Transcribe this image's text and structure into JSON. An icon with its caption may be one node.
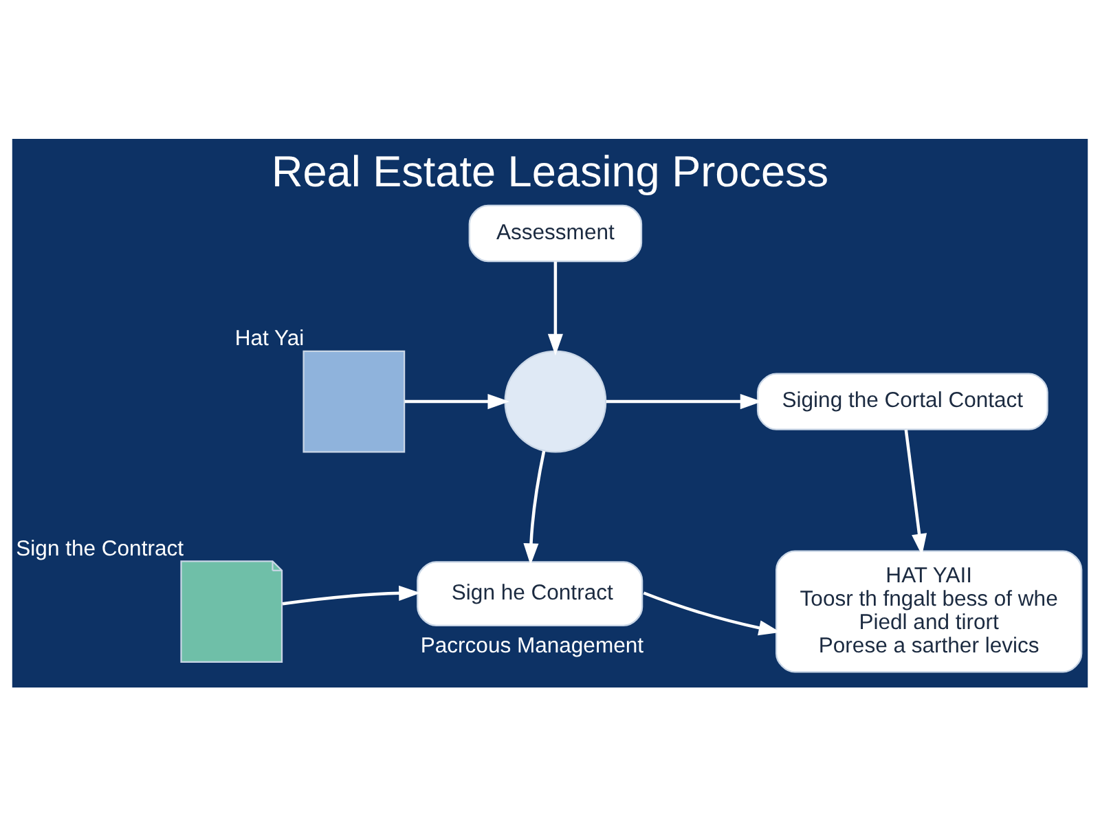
{
  "diagram": {
    "title": "Real Estate Leasing Process",
    "nodes": [
      {
        "text": [
          "Assessment"
        ]
      },
      {
        "text": [],
        "shape": "person",
        "beside": [
          "Hat Yai"
        ]
      },
      {
        "text": [],
        "shape": "circle"
      },
      {
        "text": [
          "Siging the Cortal Contact"
        ]
      },
      {
        "text": [
          "HAT YAII",
          "Toosr th fngalt bess of whe",
          "Piedl and tirort",
          "Porese a sarther levics"
        ]
      },
      {
        "text": [],
        "shape": "picture",
        "beside": [
          "Sign the Contract"
        ]
      },
      {
        "text": [
          "Sign he Contract"
        ],
        "beside": [
          "Pacrcous Management"
        ]
      }
    ],
    "edges": [
      {
        "from": 0,
        "to": 2,
        "arrow": "to"
      },
      {
        "from": 1,
        "to": 2,
        "arrow": "to"
      },
      {
        "from": 2,
        "to": 3,
        "arrow": "to"
      },
      {
        "from": 3,
        "to": 4,
        "arrow": "to"
      },
      {
        "from": 2,
        "to": 6,
        "arrow": "to"
      },
      {
        "from": 5,
        "to": 6,
        "arrow": "to"
      },
      {
        "from": 6,
        "to": 4,
        "arrow": "to"
      }
    ]
  }
}
